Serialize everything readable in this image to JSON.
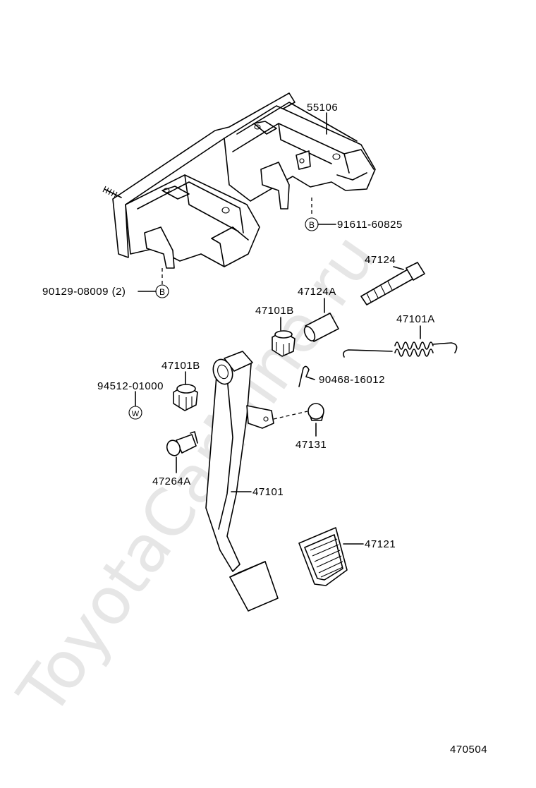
{
  "watermark": "ToyotaCarMine.ru",
  "diagram_id": "470504",
  "callouts": {
    "bracket": "55106",
    "bracket_bolt": "90129-08009 (2)",
    "bracket_bolt_mark": "B",
    "stud_nut": "91611-60825",
    "stud_nut_mark": "B",
    "pivot_bolt": "47124",
    "collar": "47124A",
    "bushing_right": "47101B",
    "bushing_left": "47101B",
    "return_spring": "47101A",
    "clip": "90468-16012",
    "washer": "94512-01000",
    "washer_mark": "W",
    "stopper": "47131",
    "pin": "47264A",
    "pedal_arm": "47101",
    "pedal_pad": "47121"
  }
}
